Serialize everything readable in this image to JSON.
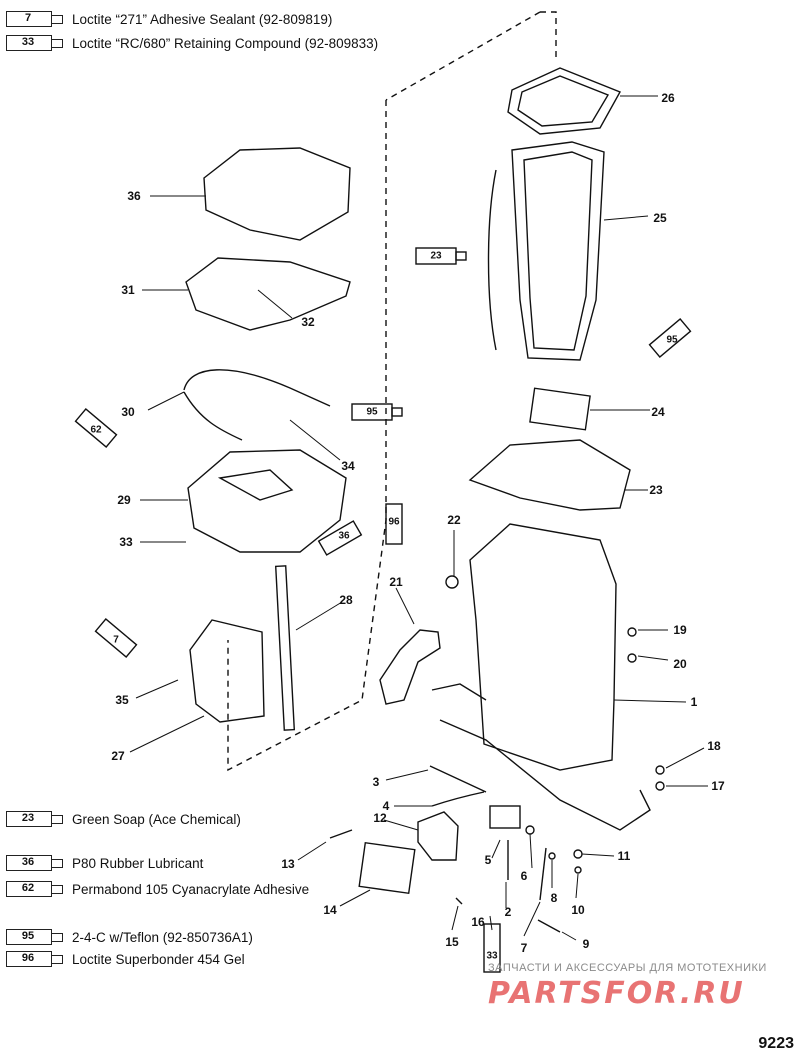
{
  "legend_top": [
    {
      "tube": "7",
      "text": "Loctite “271” Adhesive Sealant (92-809819)"
    },
    {
      "tube": "33",
      "text": "Loctite “RC/680” Retaining Compound (92-809833)"
    }
  ],
  "legend_bottom": [
    {
      "tube": "23",
      "text": "Green Soap (Ace Chemical)"
    },
    {
      "tube": "36",
      "text": "P80 Rubber Lubricant"
    },
    {
      "tube": "62",
      "text": "Permabond 105 Cyanacrylate Adhesive"
    },
    {
      "tube": "95",
      "text": "2-4-C w/Teflon (92-850736A1)"
    },
    {
      "tube": "96",
      "text": "Loctite Superbonder 454 Gel"
    }
  ],
  "callouts": [
    "26",
    "25",
    "36",
    "31",
    "32",
    "30",
    "34",
    "29",
    "33",
    "28",
    "35",
    "27",
    "24",
    "23",
    "22",
    "21",
    "19",
    "20",
    "1",
    "18",
    "17",
    "3",
    "4",
    "12",
    "11",
    "13",
    "5",
    "6",
    "8",
    "10",
    "14",
    "16",
    "2",
    "9",
    "15",
    "7"
  ],
  "tube_labels": [
    "23",
    "95",
    "62",
    "95",
    "96",
    "36",
    "7",
    "33"
  ],
  "figure_number": "9223",
  "watermark": {
    "small": "ЗАПЧАСТИ И АКСЕССУАРЫ ДЛЯ МОТОТЕХНИКИ",
    "brand": "PARTSFOR.RU"
  }
}
